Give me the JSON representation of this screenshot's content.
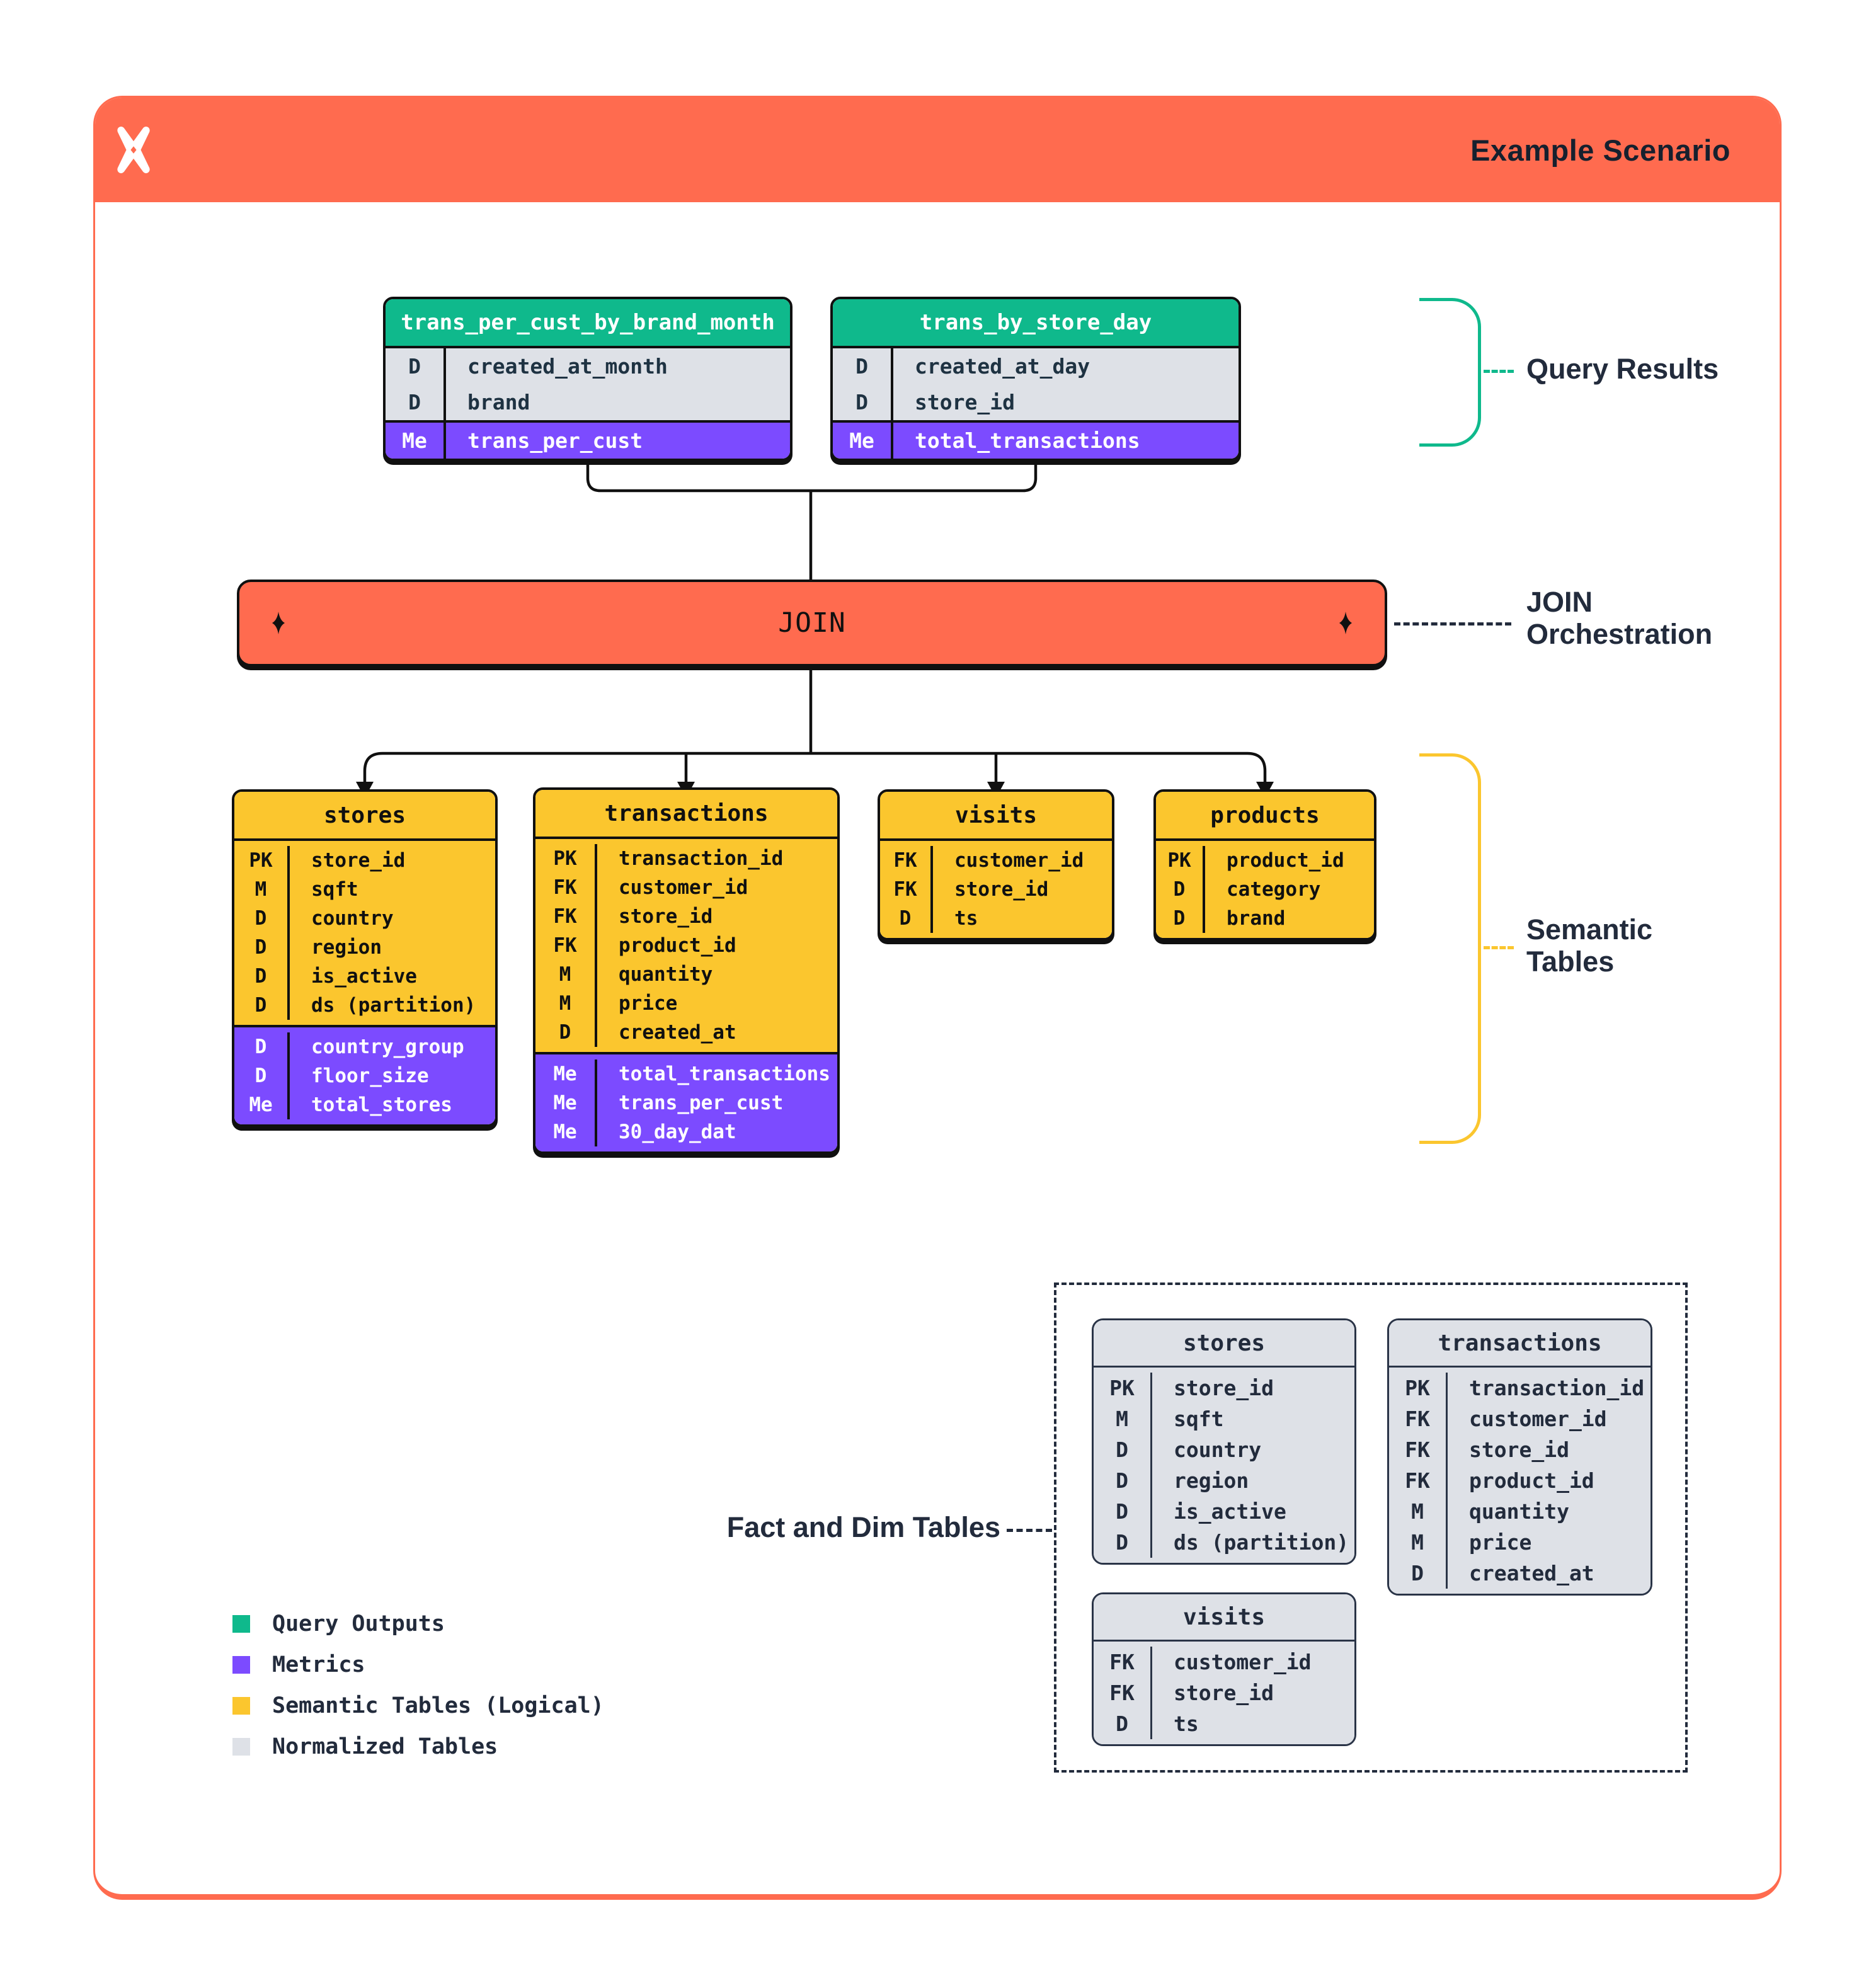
{
  "header": {
    "title": "Example Scenario"
  },
  "join": {
    "label": "JOIN"
  },
  "annotations": {
    "query_results": "Query Results",
    "join_orchestration": "JOIN Orchestration",
    "semantic_tables": "Semantic Tables",
    "fact_dim_tables": "Fact and Dim Tables"
  },
  "colors": {
    "orange": "#FF6B4F",
    "green": "#0FB98C",
    "purple": "#7C4BFF",
    "yellow": "#FBC62E",
    "gray": "#DEE1E7",
    "ink": "#101010",
    "navy": "#222B3C"
  },
  "query_tables": [
    {
      "name": "trans_per_cust_by_brand_month",
      "sections": [
        {
          "kind": "dim",
          "rows": [
            {
              "key": "D",
              "field": "created_at_month"
            },
            {
              "key": "D",
              "field": "brand"
            }
          ]
        },
        {
          "kind": "metric",
          "rows": [
            {
              "key": "Me",
              "field": "trans_per_cust"
            }
          ]
        }
      ]
    },
    {
      "name": "trans_by_store_day",
      "sections": [
        {
          "kind": "dim",
          "rows": [
            {
              "key": "D",
              "field": "created_at_day"
            },
            {
              "key": "D",
              "field": "store_id"
            }
          ]
        },
        {
          "kind": "metric",
          "rows": [
            {
              "key": "Me",
              "field": "total_transactions"
            }
          ]
        }
      ]
    }
  ],
  "semantic_tables": [
    {
      "name": "stores",
      "sections": [
        {
          "kind": "plain",
          "rows": [
            {
              "key": "PK",
              "field": "store_id"
            },
            {
              "key": "M",
              "field": "sqft"
            },
            {
              "key": "D",
              "field": "country"
            },
            {
              "key": "D",
              "field": "region"
            },
            {
              "key": "D",
              "field": "is_active"
            },
            {
              "key": "D",
              "field": "ds (partition)"
            }
          ]
        },
        {
          "kind": "metric",
          "rows": [
            {
              "key": "D",
              "field": "country_group"
            },
            {
              "key": "D",
              "field": "floor_size"
            },
            {
              "key": "Me",
              "field": "total_stores"
            }
          ]
        }
      ]
    },
    {
      "name": "transactions",
      "sections": [
        {
          "kind": "plain",
          "rows": [
            {
              "key": "PK",
              "field": "transaction_id"
            },
            {
              "key": "FK",
              "field": "customer_id"
            },
            {
              "key": "FK",
              "field": "store_id"
            },
            {
              "key": "FK",
              "field": "product_id"
            },
            {
              "key": "M",
              "field": "quantity"
            },
            {
              "key": "M",
              "field": "price"
            },
            {
              "key": "D",
              "field": "created_at"
            }
          ]
        },
        {
          "kind": "metric",
          "rows": [
            {
              "key": "Me",
              "field": "total_transactions"
            },
            {
              "key": "Me",
              "field": "trans_per_cust"
            },
            {
              "key": "Me",
              "field": "30_day_dat"
            }
          ]
        }
      ]
    },
    {
      "name": "visits",
      "sections": [
        {
          "kind": "plain",
          "rows": [
            {
              "key": "FK",
              "field": "customer_id"
            },
            {
              "key": "FK",
              "field": "store_id"
            },
            {
              "key": "D",
              "field": "ts"
            }
          ]
        }
      ]
    },
    {
      "name": "products",
      "sections": [
        {
          "kind": "plain",
          "rows": [
            {
              "key": "PK",
              "field": "product_id"
            },
            {
              "key": "D",
              "field": "category"
            },
            {
              "key": "D",
              "field": "brand"
            }
          ]
        }
      ]
    }
  ],
  "normalized_tables": [
    {
      "name": "stores",
      "sections": [
        {
          "kind": "plain",
          "rows": [
            {
              "key": "PK",
              "field": "store_id"
            },
            {
              "key": "M",
              "field": "sqft"
            },
            {
              "key": "D",
              "field": "country"
            },
            {
              "key": "D",
              "field": "region"
            },
            {
              "key": "D",
              "field": "is_active"
            },
            {
              "key": "D",
              "field": "ds (partition)"
            }
          ]
        }
      ]
    },
    {
      "name": "transactions",
      "sections": [
        {
          "kind": "plain",
          "rows": [
            {
              "key": "PK",
              "field": "transaction_id"
            },
            {
              "key": "FK",
              "field": "customer_id"
            },
            {
              "key": "FK",
              "field": "store_id"
            },
            {
              "key": "FK",
              "field": "product_id"
            },
            {
              "key": "M",
              "field": "quantity"
            },
            {
              "key": "M",
              "field": "price"
            },
            {
              "key": "D",
              "field": "created_at"
            }
          ]
        }
      ]
    },
    {
      "name": "visits",
      "sections": [
        {
          "kind": "plain",
          "rows": [
            {
              "key": "FK",
              "field": "customer_id"
            },
            {
              "key": "FK",
              "field": "store_id"
            },
            {
              "key": "D",
              "field": "ts"
            }
          ]
        }
      ]
    }
  ],
  "legend": [
    {
      "swatch": "#0FB98C",
      "label": "Query Outputs"
    },
    {
      "swatch": "#7C4BFF",
      "label": "Metrics"
    },
    {
      "swatch": "#FBC62E",
      "label": "Semantic Tables (Logical)"
    },
    {
      "swatch": "#DEE1E7",
      "label": "Normalized Tables"
    }
  ]
}
